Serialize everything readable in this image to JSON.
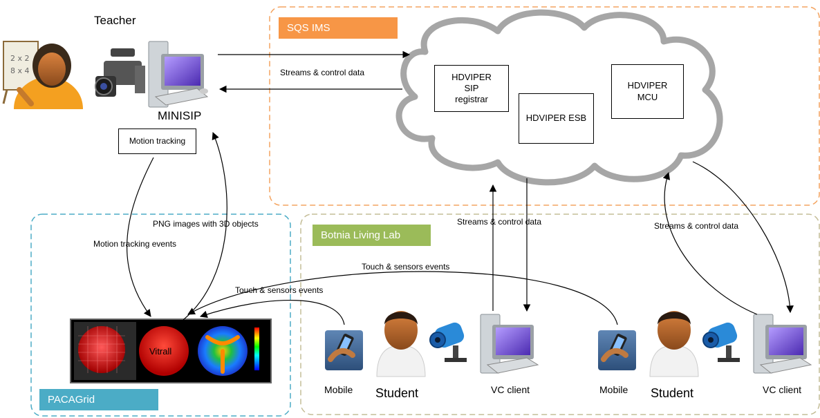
{
  "teacher_label": "Teacher",
  "minisip_label": "MINISIP",
  "motion_tracking_box": "Motion tracking",
  "sqs_ims_tag": "SQS IMS",
  "botnia_tag": "Botnia Living Lab",
  "pacagrid_tag": "PACAGrid",
  "cloud_boxes": {
    "sip_registrar": [
      "HDVIPER",
      "SIP",
      "registrar"
    ],
    "esb": "HDVIPER ESB",
    "mcu": [
      "HDVIPER",
      "MCU"
    ]
  },
  "edge_labels": {
    "streams_top": "Streams & control data",
    "streams_mid": "Streams & control data",
    "streams_right": "Streams & control data",
    "png_images": "PNG images with 3D objects",
    "motion_events": "Motion tracking events",
    "touch_sensors_1": "Touch & sensors events",
    "touch_sensors_2": "Touch & sensors events"
  },
  "vitrall_label": "Vitrall",
  "nodes": {
    "mobile_1": "Mobile",
    "student_1": "Student",
    "vc_client_1": "VC client",
    "mobile_2": "Mobile",
    "student_2": "Student",
    "vc_client_2": "VC client"
  },
  "colors": {
    "sqs_border": "#f4a460",
    "sqs_tag": "#f79646",
    "botnia_border": "#c4bd97",
    "botnia_tag": "#9bbb59",
    "paca_border": "#4bacc6",
    "paca_tag": "#4bacc6",
    "cloud_stroke": "#a6a6a6"
  }
}
